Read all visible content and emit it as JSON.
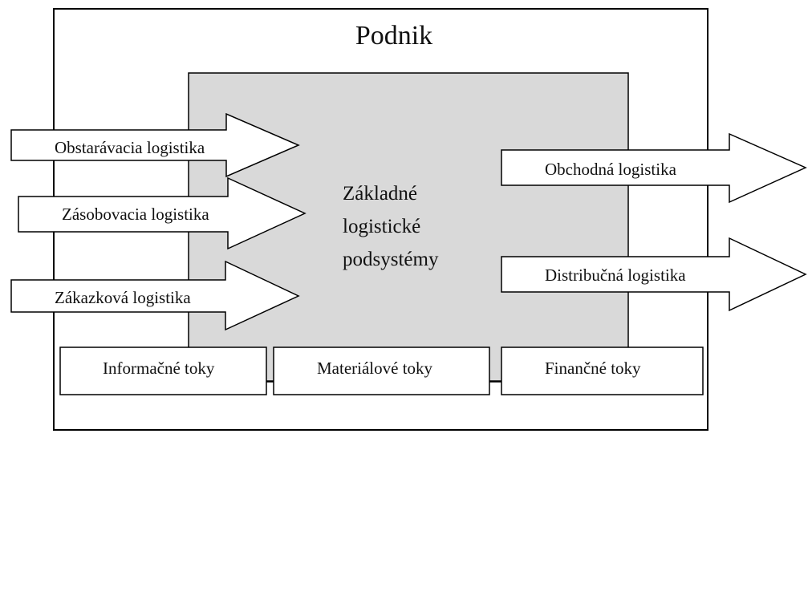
{
  "title": "Podnik",
  "core": {
    "lines": [
      "Základné",
      "logistické",
      "podsystémy"
    ]
  },
  "inbound_arrows": [
    {
      "label": "Obstarávacia logistika"
    },
    {
      "label": "Zásobovacia logistika"
    },
    {
      "label": "Zákazková logistika"
    }
  ],
  "outbound_arrows": [
    {
      "label": "Obchodná logistika"
    },
    {
      "label": "Distribučná logistika"
    }
  ],
  "flows": [
    {
      "label": "Informačné toky"
    },
    {
      "label": "Materiálové toky"
    },
    {
      "label": "Finančné toky"
    }
  ],
  "colors": {
    "core_fill": "#d9d9d9",
    "stroke": "#000000",
    "shape_fill": "#ffffff"
  }
}
